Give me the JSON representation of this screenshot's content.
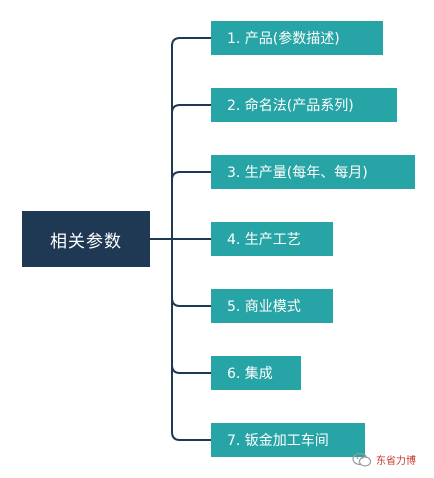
{
  "diagram": {
    "root": {
      "label": "相关参数"
    },
    "children": [
      {
        "label": "1. 产品(参数描述)"
      },
      {
        "label": "2. 命名法(产品系列)"
      },
      {
        "label": "3. 生产量(每年、每月)"
      },
      {
        "label": "4. 生产工艺"
      },
      {
        "label": "5. 商业模式"
      },
      {
        "label": "6. 集成"
      },
      {
        "label": "7. 钣金加工车间"
      }
    ]
  },
  "watermark": {
    "text": "东省力博",
    "icon": "wechat-icon"
  },
  "colors": {
    "root_bg": "#1f3854",
    "child_bg": "#26a4a6",
    "connector": "#1f3854",
    "watermark_text": "#c0392b"
  }
}
